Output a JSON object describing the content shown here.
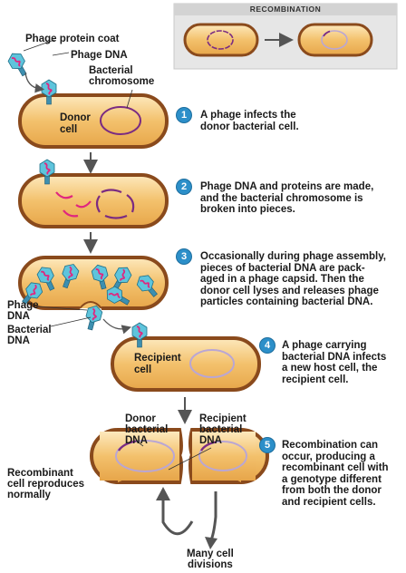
{
  "inset": {
    "title": "RECOMBINATION"
  },
  "labels": {
    "phage_protein_coat": "Phage protein coat",
    "phage_dna": "Phage DNA",
    "bacterial_chromosome_1": "Bacterial",
    "bacterial_chromosome_2": "chromosome",
    "donor_cell_1": "Donor",
    "donor_cell_2": "cell",
    "phage_dna_b_1": "Phage",
    "phage_dna_b_2": "DNA",
    "bacterial_dna_b_1": "Bacterial",
    "bacterial_dna_b_2": "DNA",
    "recipient_cell_1": "Recipient",
    "recipient_cell_2": "cell",
    "donor_bacterial_dna": "Donor\nbacterial\nDNA",
    "recipient_bacterial_dna": "Recipient\nbacterial\nDNA",
    "recombinant_reproduces": "Recombinant\ncell reproduces\nnormally",
    "many_divisions": "Many cell\ndivisions"
  },
  "steps": [
    {
      "number": "1",
      "text": "A phage infects the\ndonor bacterial cell."
    },
    {
      "number": "2",
      "text": "Phage DNA and proteins are made,\nand the bacterial chromosome is\nbroken into pieces."
    },
    {
      "number": "3",
      "text": "Occasionally during phage assembly,\npieces of bacterial DNA are pack-\naged in a phage capsid. Then the\ndonor cell lyses and releases phage\nparticles containing bacterial DNA."
    },
    {
      "number": "4",
      "text": "A phage carrying\nbacterial DNA infects\na new host cell, the\nrecipient cell."
    },
    {
      "number": "5",
      "text": "Recombination can\noccur, producing a\nrecombinant cell with\na genotype different\nfrom both the donor\nand recipient cells."
    }
  ],
  "colors": {
    "cell_wall": "#8a4a1c",
    "cytoplasm": "#f3c16c",
    "cytoplasm_light": "#fbe3ad",
    "donor_dna": "#7a2b82",
    "phage_dna": "#e0267f",
    "recipient_dna": "#b9a6d4",
    "phage_head": "#5ec4dc",
    "badge": "#2c8fc9",
    "arrow": "#555555",
    "inset_bg": "#e6e6e6"
  }
}
